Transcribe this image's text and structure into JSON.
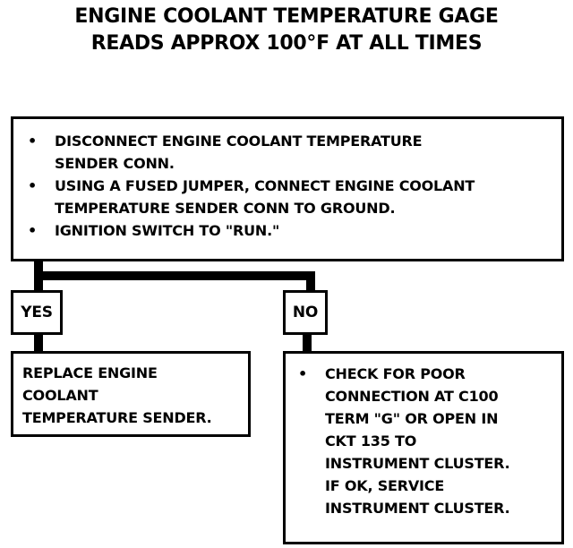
{
  "title": {
    "line1": "ENGINE COOLANT TEMPERATURE GAGE",
    "line2": "READS APPROX 100°F AT ALL TIMES"
  },
  "steps": {
    "bullet_glyph": "•",
    "items": [
      {
        "line1": "DISCONNECT ENGINE COOLANT TEMPERATURE",
        "line2": "SENDER CONN."
      },
      {
        "line1": "USING A FUSED JUMPER, CONNECT ENGINE COOLANT",
        "line2": "TEMPERATURE SENDER CONN TO GROUND."
      },
      {
        "line1": "IGNITION SWITCH TO \"RUN.\""
      }
    ]
  },
  "branches": {
    "yes_label": "YES",
    "no_label": "NO"
  },
  "yes_action": {
    "lines": [
      "REPLACE ENGINE",
      "COOLANT",
      "TEMPERATURE SENDER."
    ]
  },
  "no_action": {
    "lines": [
      "CHECK FOR POOR",
      "CONNECTION AT C100",
      "TERM \"G\" OR OPEN IN",
      "CKT 135 TO",
      "INSTRUMENT CLUSTER.",
      "IF OK, SERVICE",
      "INSTRUMENT CLUSTER."
    ]
  }
}
